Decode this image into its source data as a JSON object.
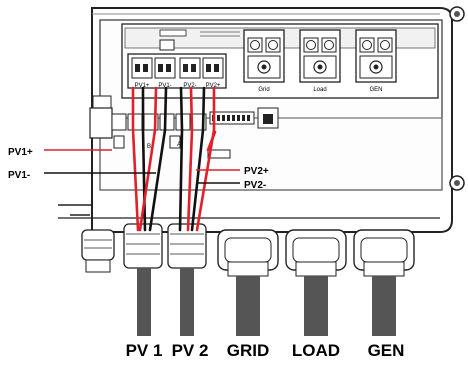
{
  "pv_terminals": [
    {
      "label": "PV1+"
    },
    {
      "label": "PV1-"
    },
    {
      "label": "PV2-"
    },
    {
      "label": "PV2+"
    }
  ],
  "breakers": [
    {
      "label": "Grid"
    },
    {
      "label": "Load"
    },
    {
      "label": "GEN"
    }
  ],
  "cable_labels": [
    {
      "label": "PV1+",
      "color": "#e0202a"
    },
    {
      "label": "PV1-",
      "color": "#111111"
    },
    {
      "label": "PV2+",
      "color": "#e0202a"
    },
    {
      "label": "PV2-",
      "color": "#111111"
    }
  ],
  "glands": [
    {
      "label": "PV 1"
    },
    {
      "label": "PV 2"
    },
    {
      "label": "GRID"
    },
    {
      "label": "LOAD"
    },
    {
      "label": "GEN"
    }
  ],
  "small_marks": {
    "b": "B",
    "a": "A"
  },
  "colors": {
    "positive": "#e0202a",
    "negative": "#111111",
    "outline": "#222222"
  }
}
